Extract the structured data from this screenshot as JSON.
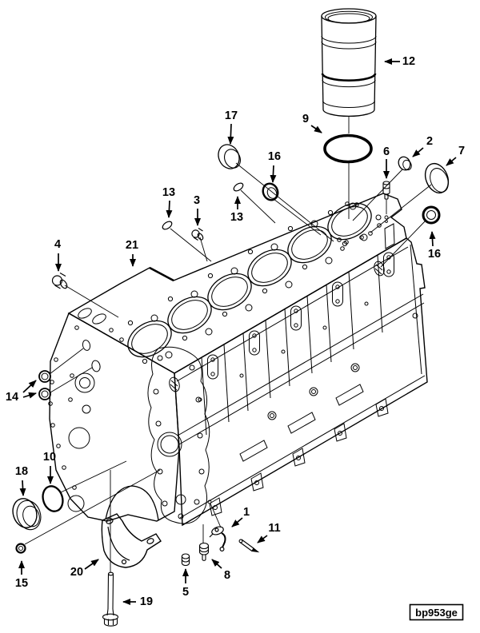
{
  "figure": {
    "code": "bp953ge"
  },
  "callouts": {
    "c1": "1",
    "c2": "2",
    "c3": "3",
    "c4": "4",
    "c5": "5",
    "c6": "6",
    "c7": "7",
    "c8": "8",
    "c9": "9",
    "c10": "10",
    "c11": "11",
    "c12": "12",
    "c13a": "13",
    "c13b": "13",
    "c14": "14",
    "c15": "15",
    "c16a": "16",
    "c16b": "16",
    "c17": "17",
    "c18": "18",
    "c19": "19",
    "c20": "20",
    "c21": "21"
  }
}
